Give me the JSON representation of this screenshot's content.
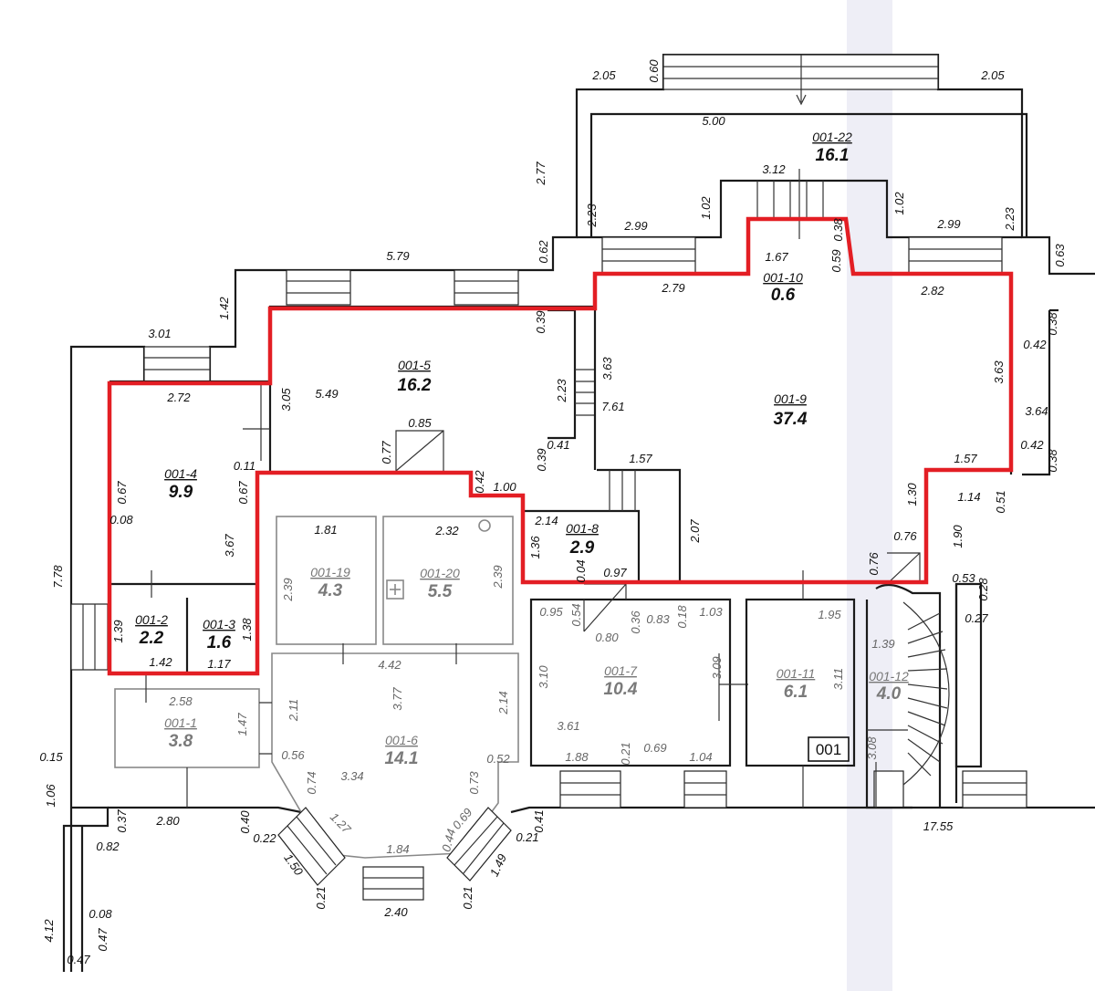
{
  "plan": {
    "stamp": "001",
    "rooms": [
      {
        "id": "001-22",
        "area": "16.1"
      },
      {
        "id": "001-10",
        "area": "0.6"
      },
      {
        "id": "001-5",
        "area": "16.2"
      },
      {
        "id": "001-9",
        "area": "37.4"
      },
      {
        "id": "001-4",
        "area": "9.9"
      },
      {
        "id": "001-8",
        "area": "2.9"
      },
      {
        "id": "001-19",
        "area": "4.3"
      },
      {
        "id": "001-20",
        "area": "5.5"
      },
      {
        "id": "001-2",
        "area": "2.2"
      },
      {
        "id": "001-3",
        "area": "1.6"
      },
      {
        "id": "001-7",
        "area": "10.4"
      },
      {
        "id": "001-11",
        "area": "6.1"
      },
      {
        "id": "001-12",
        "area": "4.0"
      },
      {
        "id": "001-1",
        "area": "3.8"
      },
      {
        "id": "001-6",
        "area": "14.1"
      }
    ],
    "dims": {
      "d205a": "2.05",
      "d060": "0.60",
      "d205b": "2.05",
      "d500": "5.00",
      "d277": "2.77",
      "d312": "3.12",
      "d223a": "2.23",
      "d299a": "2.99",
      "d102a": "1.02",
      "d102b": "1.02",
      "d299b": "2.99",
      "d223b": "2.23",
      "d062": "0.62",
      "d063": "0.63",
      "d579": "5.79",
      "d167": "1.67",
      "d038a": "0.38",
      "d059": "0.59",
      "d142a": "1.42",
      "d279": "2.79",
      "d282": "2.82",
      "d039a": "0.39",
      "d301": "3.01",
      "d038b": "0.38",
      "d042a": "0.42",
      "d272": "2.72",
      "d305": "3.05",
      "d549": "5.49",
      "d223c": "2.23",
      "d363a": "3.63",
      "d363b": "3.63",
      "d761": "7.61",
      "d364": "3.64",
      "d085": "0.85",
      "d077": "0.77",
      "d041a": "0.41",
      "d039b": "0.39",
      "d042b": "0.42",
      "d038c": "0.38",
      "d011": "0.11",
      "d157a": "1.57",
      "d157b": "1.57",
      "d042c": "0.42",
      "d100": "1.00",
      "d067a": "0.67",
      "d067b": "0.67",
      "d008a": "0.08",
      "d130": "1.30",
      "d114": "1.14",
      "d051": "0.51",
      "d181": "1.81",
      "d232": "2.32",
      "d214a": "2.14",
      "d136": "1.36",
      "d207": "2.07",
      "d190": "1.90",
      "d367": "3.67",
      "d239a": "2.39",
      "d239b": "2.39",
      "d076a": "0.76",
      "d076b": "0.76",
      "d004": "0.04",
      "d097": "0.97",
      "d053": "0.53",
      "d028": "0.28",
      "d778": "7.78",
      "d027": "0.27",
      "d095": "0.95",
      "d054": "0.54",
      "d036": "0.36",
      "d083": "0.83",
      "d018": "0.18",
      "d103": "1.03",
      "d195": "1.95",
      "d080": "0.80",
      "d139a": "1.39",
      "d138": "1.38",
      "d139b": "1.39",
      "d142b": "1.42",
      "d117": "1.17",
      "d442": "4.42",
      "d310": "3.10",
      "d309": "3.09",
      "d311": "3.11",
      "d258": "2.58",
      "d211": "2.11",
      "d377": "3.77",
      "d214b": "2.14",
      "d147": "1.47",
      "d361": "3.61",
      "d015": "0.15",
      "d056": "0.56",
      "d052": "0.52",
      "d188": "1.88",
      "d021a": "0.21",
      "d069a": "0.69",
      "d104": "1.04",
      "d308": "3.08",
      "d334": "3.34",
      "d074": "0.74",
      "d073": "0.73",
      "d106": "1.06",
      "d037": "0.37",
      "d280": "2.80",
      "d040": "0.40",
      "d127": "1.27",
      "d069b": "0.69",
      "d041b": "0.41",
      "d082": "0.82",
      "d022": "0.22",
      "d021b": "0.21",
      "d1755": "17.55",
      "d184": "1.84",
      "d044": "0.44",
      "d150": "1.50",
      "d149": "1.49",
      "d008b": "0.08",
      "d412": "4.12",
      "d047a": "0.47",
      "d021c": "0.21",
      "d021d": "0.21",
      "d240": "2.40",
      "d047b": "0.47"
    }
  }
}
